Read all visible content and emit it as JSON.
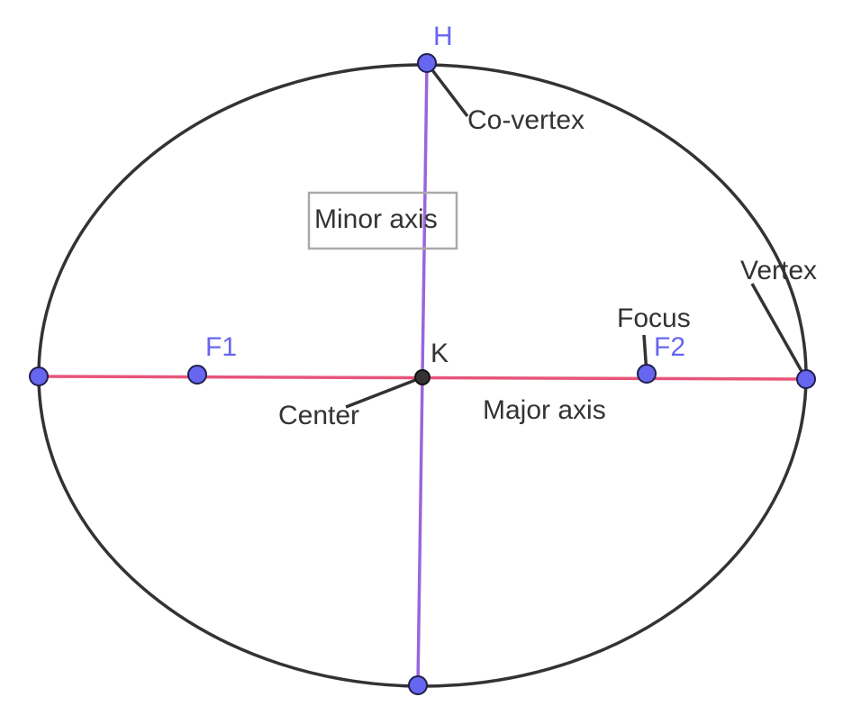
{
  "points": {
    "H": "H",
    "K": "K",
    "F1": "F1",
    "F2": "F2"
  },
  "labels": {
    "co_vertex": "Co-vertex",
    "minor_axis": "Minor axis",
    "vertex": "Vertex",
    "focus": "Focus",
    "center": "Center",
    "major_axis": "Major axis"
  },
  "colors": {
    "ellipse": "#333333",
    "major_axis": "#e8557a",
    "minor_axis": "#9966dd",
    "point_fill": "#6666f0",
    "point_stroke": "#1f1f4d",
    "center_fill": "#333333",
    "point_label": "#6666f0",
    "annotation": "#333333",
    "box_border": "#aaaaaa"
  }
}
